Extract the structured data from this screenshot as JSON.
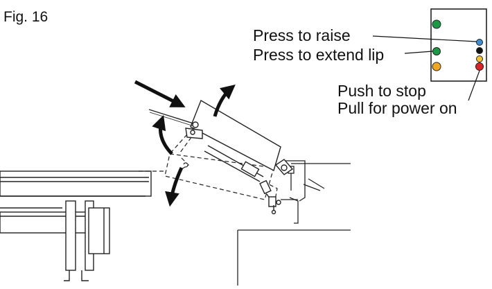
{
  "figure": {
    "label": "Fig. 16"
  },
  "control_panel": {
    "callouts": {
      "raise": "Press to raise",
      "extend_lip": "Press to extend lip",
      "stop": "Push to stop",
      "power_on": "Pull for power on"
    },
    "colors": {
      "green": "#1a9a45",
      "blue": "#3a8fd6",
      "black": "#111111",
      "yellow": "#f2c12e",
      "red": "#e02323",
      "orange": "#f0a820"
    }
  }
}
